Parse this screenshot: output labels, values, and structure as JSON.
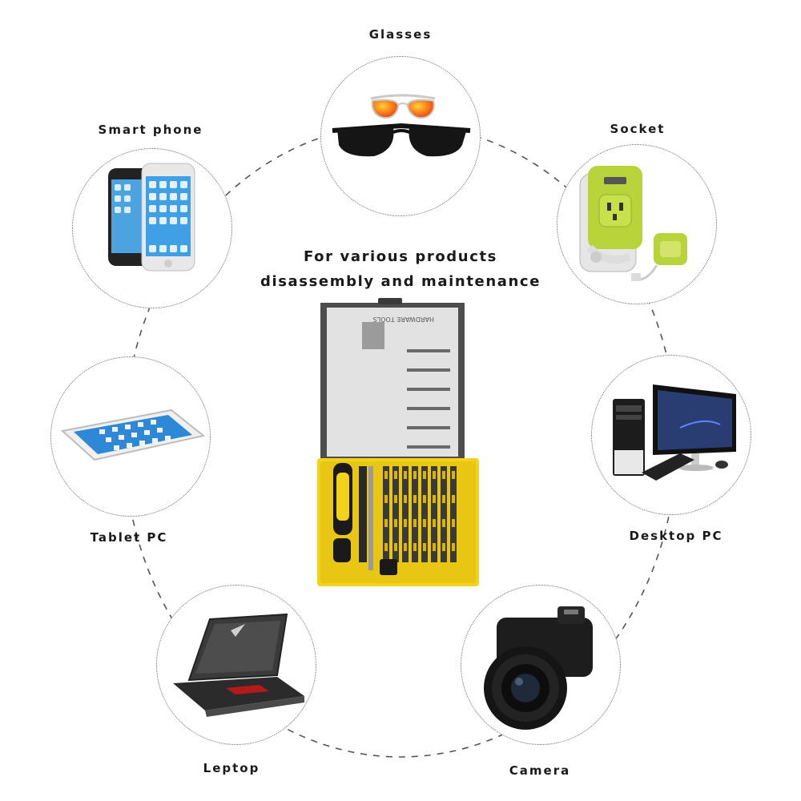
{
  "headline": {
    "line1": "For various products",
    "line2": "disassembly and maintenance"
  },
  "products": {
    "glasses": "Glasses",
    "smart_phone": "Smart phone",
    "socket": "Socket",
    "tablet_pc": "Tablet PC",
    "desktop_pc": "Desktop PC",
    "laptop": "Leptop",
    "camera": "Camera"
  },
  "kit": {
    "lid_text": "HARDWARE TOOLS"
  },
  "colors": {
    "kit_yellow": "#f2d21a",
    "socket_green": "#b8d43a",
    "ring_dash": "#555555"
  }
}
